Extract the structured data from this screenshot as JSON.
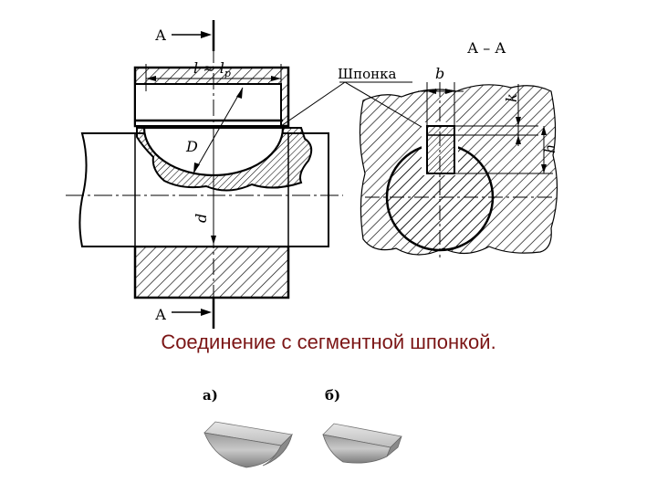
{
  "drawing": {
    "section_mark_top": "А",
    "section_mark_bottom": "А",
    "section_title": "А – А",
    "key_callout": "Шпонка",
    "length_label": "l ≈ l",
    "length_subscript": "p",
    "diameter_key": "D",
    "diameter_shaft": "d",
    "dim_b": "b",
    "dim_k": "k",
    "dim_h": "h"
  },
  "caption": "Соединение с сегментной шпонкой.",
  "variants": {
    "a_label": "а)",
    "b_label": "б)"
  }
}
